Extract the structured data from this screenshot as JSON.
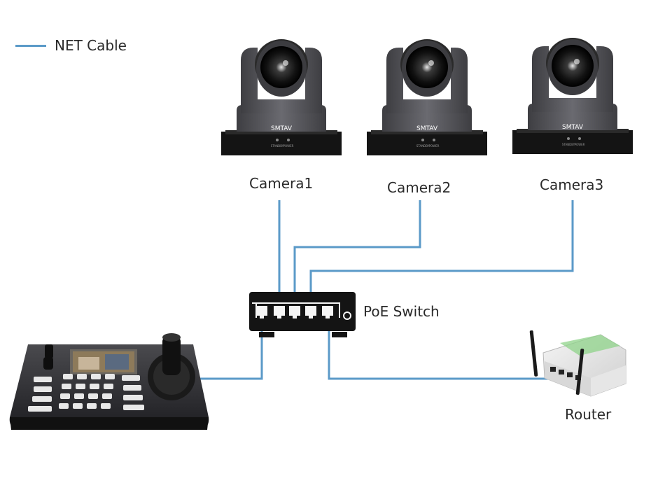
{
  "legend": {
    "label": "NET Cable",
    "color": "#5b9ac8"
  },
  "cameras": [
    {
      "label": "Camera1",
      "brand": "SMTAV",
      "indicator_left": "STANDBY",
      "indicator_right": "POWER"
    },
    {
      "label": "Camera2",
      "brand": "SMTAV",
      "indicator_left": "STANDBY",
      "indicator_right": "POWER"
    },
    {
      "label": "Camera3",
      "brand": "SMTAV",
      "indicator_left": "STANDBY",
      "indicator_right": "POWER"
    }
  ],
  "switch": {
    "label": "PoE Switch"
  },
  "router": {
    "label": "Router"
  },
  "colors": {
    "cable": "#5b9ac8",
    "device_dark": "#1c1c1c",
    "camera_body": "#5a5a5e"
  },
  "connections": [
    {
      "from": "Camera1",
      "to": "PoE Switch"
    },
    {
      "from": "Camera2",
      "to": "PoE Switch"
    },
    {
      "from": "Camera3",
      "to": "PoE Switch"
    },
    {
      "from": "PoE Switch",
      "to": "keyboard-controller"
    },
    {
      "from": "PoE Switch",
      "to": "Router"
    }
  ]
}
